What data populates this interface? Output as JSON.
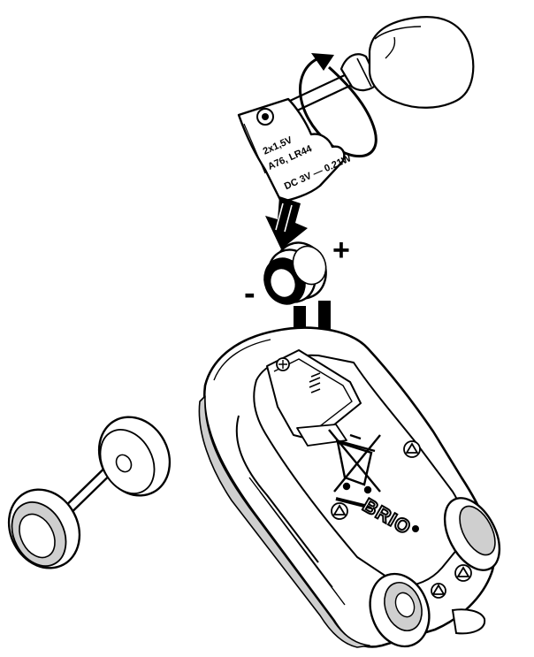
{
  "battery_cover": {
    "line1": "2x1,5V",
    "line2": "A76, LR44",
    "line3": "DC 3V — 0.21W"
  },
  "polarity": {
    "plus": "+",
    "minus": "-"
  },
  "brand": "BRIO",
  "icons": [
    "screwdriver-icon",
    "rotation-arrow-icon",
    "down-arrow-icon",
    "weee-bin-icon",
    "screw-icon"
  ],
  "colors": {
    "ink": "#000000",
    "paper": "#ffffff",
    "shade": "#cfcfcf"
  }
}
